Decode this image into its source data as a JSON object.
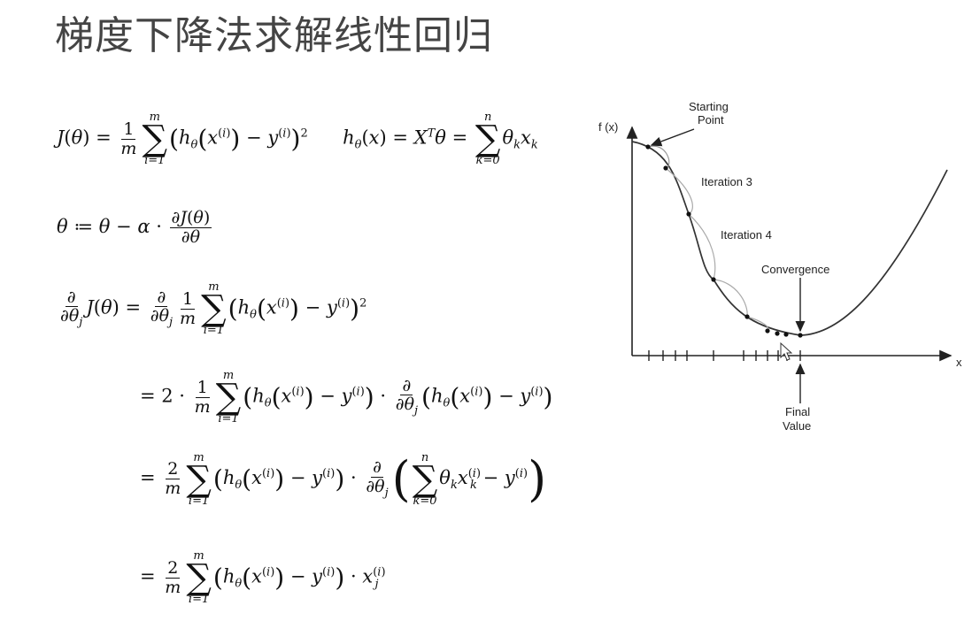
{
  "title": "梯度下降法求解线性回归",
  "graph": {
    "y_axis_label": "f (x)",
    "x_axis_label": "x",
    "starting_point_line1": "Starting",
    "starting_point_line2": "Point",
    "iteration3": "Iteration 3",
    "iteration4": "Iteration 4",
    "convergence": "Convergence",
    "final_value_line1": "Final",
    "final_value_line2": "Value"
  }
}
